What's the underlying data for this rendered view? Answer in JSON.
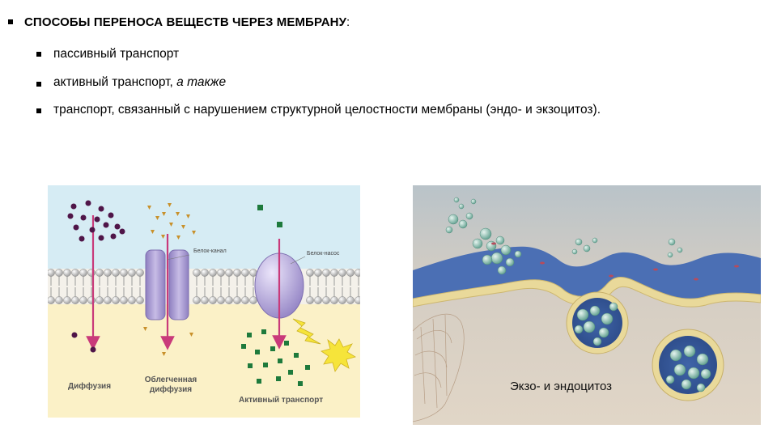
{
  "heading": {
    "bullet": "▪",
    "text": "СПОСОБЫ ПЕРЕНОСА ВЕЩЕСТВ ЧЕРЕЗ МЕМБРАНУ",
    "colon": ":"
  },
  "items": [
    {
      "text": "пассивный транспорт",
      "italic": ""
    },
    {
      "text": "активный транспорт, ",
      "italic": "а также"
    },
    {
      "text": "транспорт, связанный с нарушением структурной целостности мембраны (эндо- и экзоцитоз).",
      "italic": ""
    }
  ],
  "left_figure": {
    "label_channel": "Белок-канал",
    "label_pump": "Белок-насос",
    "label_diffusion": "Диффузия",
    "label_facilitated_1": "Облегченная",
    "label_facilitated_2": "диффузия",
    "label_active": "Активный транспорт",
    "colors": {
      "sky": "#d6ecf4",
      "cytoplasm": "#fbf1c7",
      "arrow": "#c93a7a",
      "diffusion_dot": "#4f1548",
      "triangle": "#c8902a",
      "square": "#1e7a3c",
      "channel": "#a99ad0",
      "pump": "#b7a7db",
      "burst": "#f6e43a"
    }
  },
  "right_figure": {
    "caption": "Экзо- и эндоцитоз",
    "colors": {
      "background": "#d8d1c7",
      "membrane": "#4b6fb4",
      "bilayer": "#e9d99a",
      "vesicle_ball": "#8fc3b4"
    }
  }
}
